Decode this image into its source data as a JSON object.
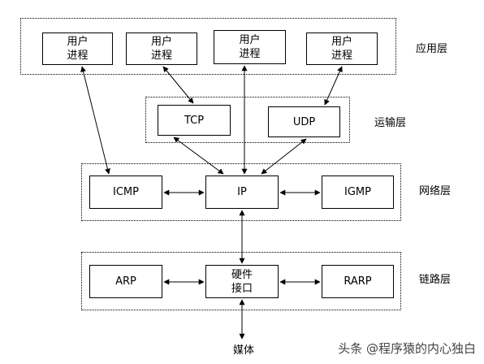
{
  "layers": {
    "application": "应用层",
    "transport": "运输层",
    "network": "网络层",
    "link": "链路层"
  },
  "processes": [
    "用户\n进程",
    "用户\n进程",
    "用户\n进程",
    "用户\n进程"
  ],
  "transport_boxes": {
    "tcp": "TCP",
    "udp": "UDP"
  },
  "network_boxes": {
    "icmp": "ICMP",
    "ip": "IP",
    "igmp": "IGMP"
  },
  "link_boxes": {
    "arp": "ARP",
    "hw": "硬件\n接口",
    "rarp": "RARP"
  },
  "media": "媒体",
  "watermark": "头条 @程序猿的内心独白"
}
